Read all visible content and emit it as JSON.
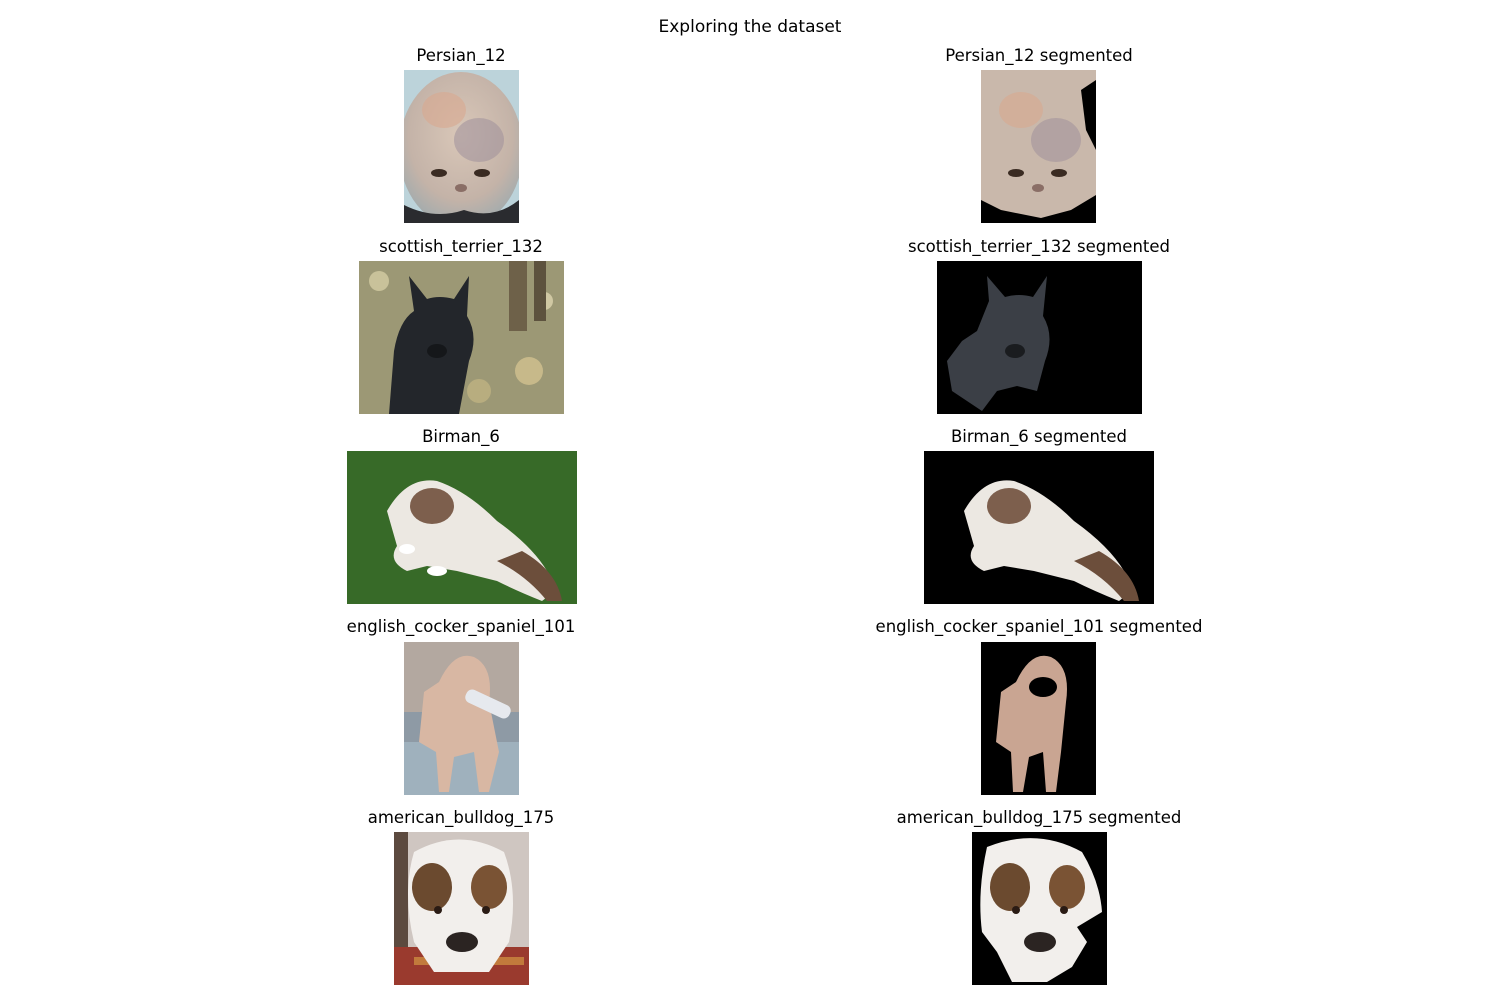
{
  "figure": {
    "title": "Exploring the dataset"
  },
  "rows": [
    {
      "original": {
        "title": "Persian_12",
        "subject": "white long-haired Persian cat face"
      },
      "segmented": {
        "title": "Persian_12 segmented",
        "subject": "Persian cat on black background"
      }
    },
    {
      "original": {
        "title": "scottish_terrier_132",
        "subject": "black Scottish terrier sitting on leaves"
      },
      "segmented": {
        "title": "scottish_terrier_132 segmented",
        "subject": "Scottish terrier on black background"
      }
    },
    {
      "original": {
        "title": "Birman_6",
        "subject": "Birman cat lying on grass"
      },
      "segmented": {
        "title": "Birman_6 segmented",
        "subject": "Birman cat on black background"
      }
    },
    {
      "original": {
        "title": "english_cocker_spaniel_101",
        "subject": "wet cocker spaniel carrying a toy"
      },
      "segmented": {
        "title": "english_cocker_spaniel_101 segmented",
        "subject": "cocker spaniel on black background"
      }
    },
    {
      "original": {
        "title": "american_bulldog_175",
        "subject": "brown and white bulldog lying on a rug"
      },
      "segmented": {
        "title": "american_bulldog_175 segmented",
        "subject": "bulldog on black background"
      }
    }
  ],
  "colors": {
    "segment_background": "#000000",
    "page_background": "#ffffff"
  }
}
